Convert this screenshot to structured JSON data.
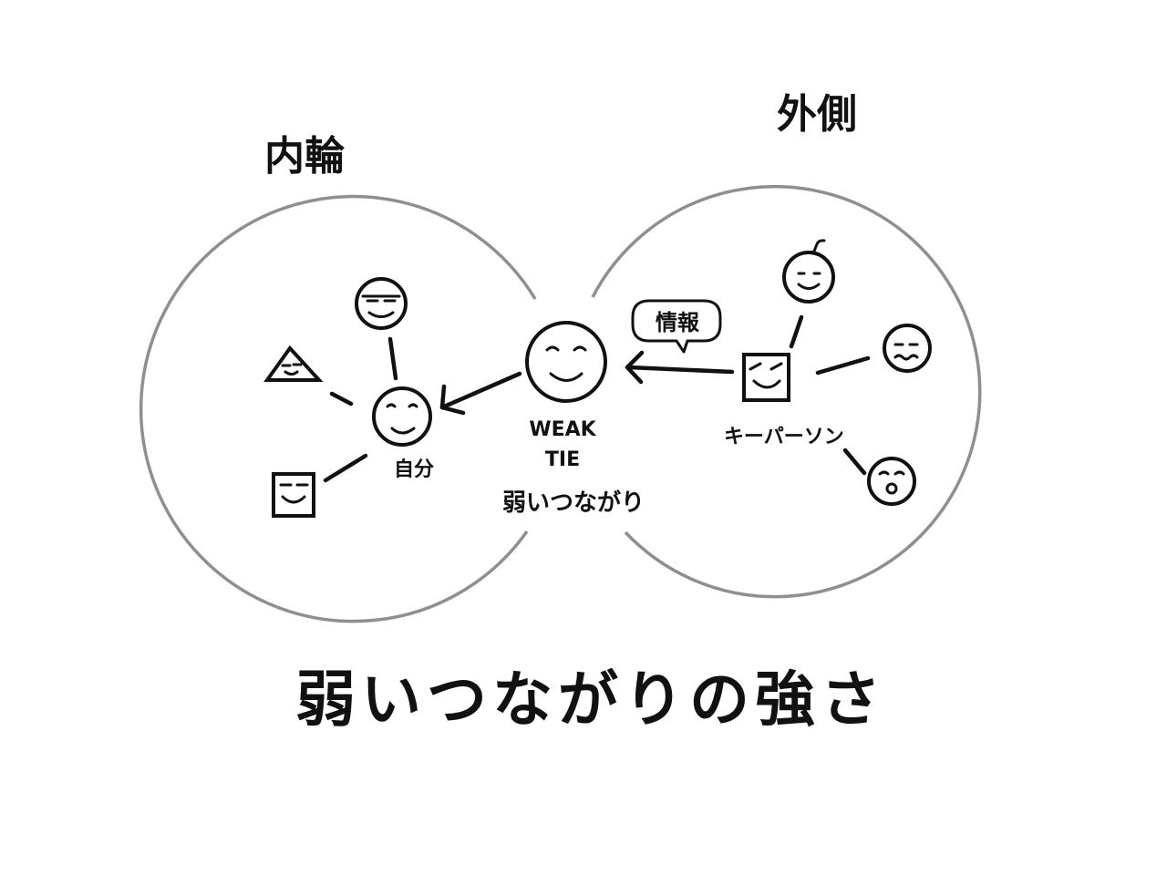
{
  "diagram": {
    "title": "弱いつながりの強さ",
    "inner_circle_label": "内輪",
    "outer_circle_label": "外側",
    "self_label": "自分",
    "weak_tie_label_line1": "WEAK",
    "weak_tie_label_line2": "TIE",
    "weak_tie_label_jp": "弱いつながり",
    "key_person_label": "キーパーソン",
    "info_bubble_label": "情報"
  }
}
